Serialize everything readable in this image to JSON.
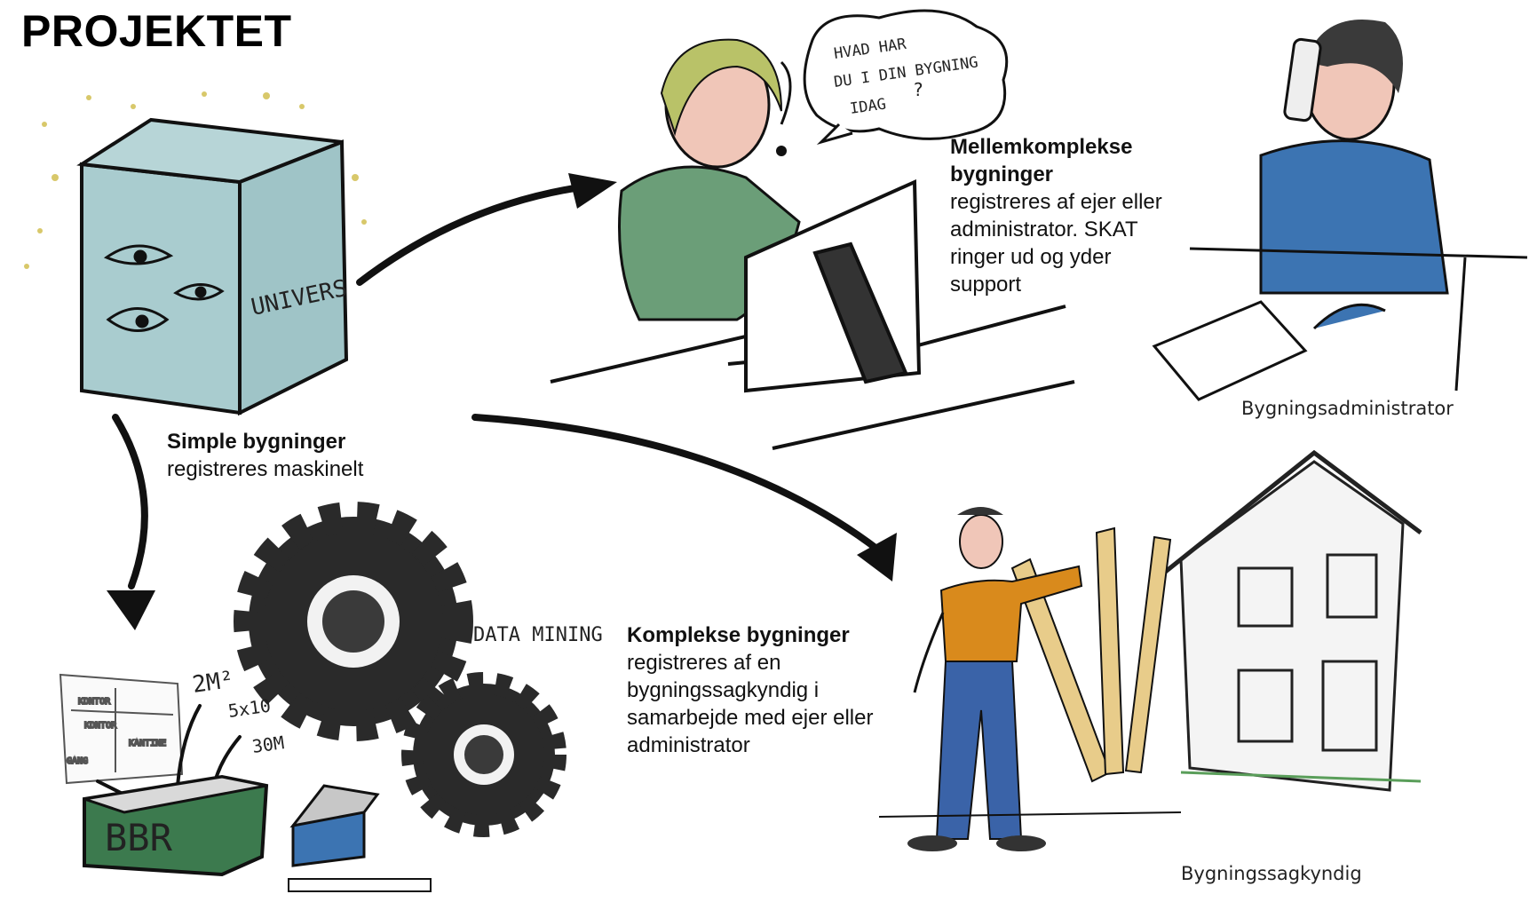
{
  "title": "PROJEKTET",
  "simple": {
    "heading": "Simple bygninger",
    "lines": [
      "registreres maskinelt"
    ]
  },
  "medium": {
    "heading_lines": [
      "Mellemkomplekse",
      "bygninger"
    ],
    "lines": [
      "registreres af ejer eller",
      "administrator. SKAT",
      "ringer ud og yder",
      "support"
    ]
  },
  "complex": {
    "heading": "Komplekse bygninger",
    "lines": [
      "registreres af en",
      "bygningssagkyndig i",
      "samarbejde med ejer eller",
      "administrator"
    ]
  },
  "captions": {
    "administrator": "Bygningsadministrator",
    "expert": "Bygningssagkyndig"
  },
  "sketch": {
    "cube_label": "UNIVERS",
    "speech_lines": [
      "HVAD HAR",
      "DU I DIN BYGNING",
      "IDAG",
      "?"
    ],
    "data_mining": "DATA MINING",
    "bbr": "BBR",
    "measure_1": "2M²",
    "measure_2": "5x10",
    "measure_3": "30M",
    "plan_rooms": [
      "KONTOR",
      "KONTOR",
      "KANTINE",
      "GANG"
    ]
  },
  "colors": {
    "cube": "#a9cccf",
    "gear": "#2a2a2a",
    "shirt_green": "#6b9e78",
    "shirt_blue": "#3c74b2",
    "shirt_orange": "#d98a1c",
    "jeans": "#3a63a8",
    "bbr_box": "#3c7a4e",
    "hair_blond": "#b9c268",
    "ruler": "#e8cc8a"
  }
}
